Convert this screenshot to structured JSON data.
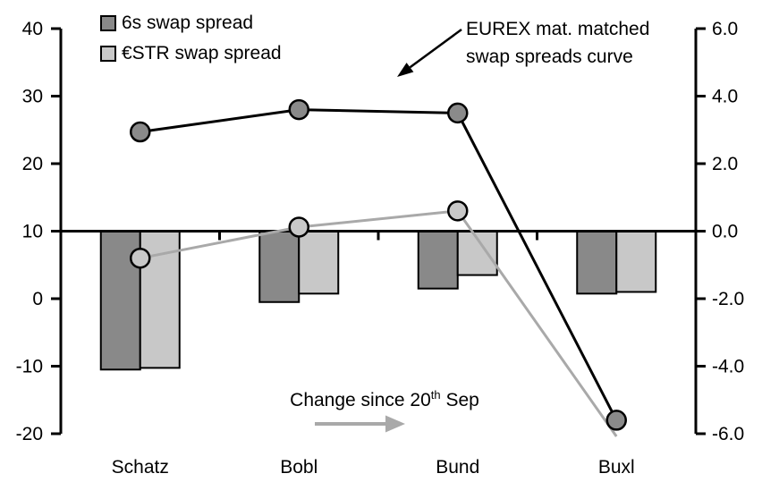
{
  "legend": {
    "items": [
      {
        "label": "6s swap spread",
        "color": "#898989"
      },
      {
        "label": "€STR swap spread",
        "color": "#c8c8c8"
      }
    ]
  },
  "annotation": {
    "lines": [
      "EUREX mat. matched",
      "swap spreads curve"
    ]
  },
  "change_note": {
    "before_sup": "Change since 20",
    "sup": "th",
    "after_sup": " Sep"
  },
  "colors": {
    "dark_gray": "#898989",
    "light_gray": "#c8c8c8",
    "gray_line": "#a9a9a9",
    "black": "#000000",
    "background": "#ffffff"
  },
  "chart_data": {
    "type": "bar+line combo",
    "categories": [
      "Schatz",
      "Bobl",
      "Bund",
      "Buxl"
    ],
    "bar_series": [
      {
        "name": "6s swap spread change since 20th Sep",
        "axis": "right",
        "color": "#898989",
        "values": [
          -4.1,
          -2.1,
          -1.7,
          -1.85
        ]
      },
      {
        "name": "€STR swap spread change since 20th Sep",
        "axis": "right",
        "color": "#c8c8c8",
        "values": [
          -4.05,
          -1.85,
          -1.3,
          -1.8
        ]
      }
    ],
    "line_series": [
      {
        "name": "6s swap spread curve (EUREX mat. matched)",
        "axis": "left",
        "color": "#000000",
        "marker_fill": "#8a8a8a",
        "marker_last": true,
        "values": [
          24.7,
          28.0,
          27.5,
          -18.0
        ]
      },
      {
        "name": "€STR swap spread curve (EUREX mat. matched)",
        "axis": "left",
        "color": "#a9a9a9",
        "marker_fill": "#c8c8c8",
        "marker_last": false,
        "values": [
          6.0,
          10.6,
          13.0,
          -20.4
        ]
      }
    ],
    "left_axis": {
      "tick_labels": [
        "40",
        "30",
        "20",
        "10",
        "0",
        "-10",
        "-20"
      ],
      "tick_values": [
        40,
        30,
        20,
        10,
        0,
        -10,
        -20
      ],
      "range": [
        -20,
        40
      ]
    },
    "right_axis": {
      "tick_labels": [
        "6.0",
        "4.0",
        "2.0",
        "0.0",
        "-2.0",
        "-4.0",
        "-6.0"
      ],
      "tick_values": [
        6,
        4,
        2,
        0,
        -2,
        -4,
        -6
      ],
      "range": [
        -6,
        6
      ]
    },
    "bar_baseline_right_value": 0.0,
    "grid": "zero line only",
    "legend_position": "top-left inside plot"
  }
}
